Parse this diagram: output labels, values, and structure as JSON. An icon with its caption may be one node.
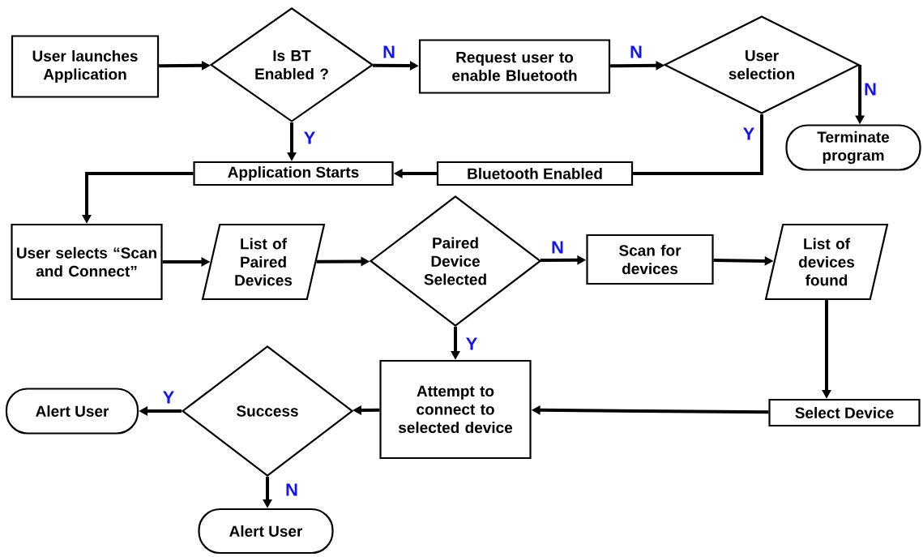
{
  "diagram": {
    "nodes": [
      {
        "text": [
          "User launches Application"
        ]
      },
      {
        "text": [
          "Is BT Enabled ?"
        ]
      },
      {
        "text": [
          "Request user to enable Bluetooth"
        ]
      },
      {
        "text": [
          "User selection"
        ]
      },
      {
        "text": [
          "Terminate program"
        ]
      },
      {
        "text": [
          "Application Starts"
        ]
      },
      {
        "text": [
          "Bluetooth Enabled"
        ]
      },
      {
        "text": [
          "User selects “Scan and Connect”"
        ]
      },
      {
        "text": [
          "List of Paired Devices"
        ]
      },
      {
        "text": [
          "Paired Device Selected"
        ]
      },
      {
        "text": [
          "Scan for devices"
        ]
      },
      {
        "text": [
          "List of devices found"
        ]
      },
      {
        "text": [
          "Attempt to connect to selected device"
        ]
      },
      {
        "text": [
          "Select Device"
        ]
      },
      {
        "text": [
          "Success"
        ]
      },
      {
        "text": [
          "Alert User"
        ]
      },
      {
        "text": [
          "Alert User"
        ]
      }
    ],
    "edges": [
      {
        "from": 0,
        "to": 1,
        "arrow": "to"
      },
      {
        "from": 1,
        "to": 2,
        "arrow": "to",
        "label": "N"
      },
      {
        "from": 2,
        "to": 3,
        "arrow": "to",
        "label": "N"
      },
      {
        "from": 3,
        "to": 4,
        "arrow": "to",
        "label": "N"
      },
      {
        "from": 3,
        "to": 6,
        "arrow": "none",
        "label": "Y"
      },
      {
        "from": 1,
        "to": 5,
        "arrow": "to",
        "label": "Y"
      },
      {
        "from": 6,
        "to": 5,
        "arrow": "to"
      },
      {
        "from": 5,
        "to": 7,
        "arrow": "to"
      },
      {
        "from": 7,
        "to": 8,
        "arrow": "to"
      },
      {
        "from": 8,
        "to": 9,
        "arrow": "to"
      },
      {
        "from": 9,
        "to": 10,
        "arrow": "to",
        "label": "N"
      },
      {
        "from": 10,
        "to": 11,
        "arrow": "to"
      },
      {
        "from": 9,
        "to": 12,
        "arrow": "to",
        "label": "Y"
      },
      {
        "from": 11,
        "to": 13,
        "arrow": "to"
      },
      {
        "from": 13,
        "to": 12,
        "arrow": "to"
      },
      {
        "from": 12,
        "to": 14,
        "arrow": "to"
      },
      {
        "from": 14,
        "to": 15,
        "arrow": "to",
        "label": "Y"
      },
      {
        "from": 14,
        "to": 16,
        "arrow": "to",
        "label": "N"
      }
    ]
  }
}
